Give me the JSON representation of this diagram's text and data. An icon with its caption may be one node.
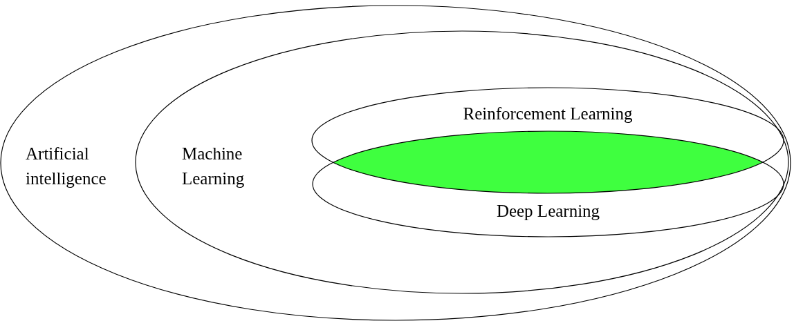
{
  "diagram": {
    "nodes": [
      {
        "text": [
          "Artificial intelligence"
        ]
      },
      {
        "text": [
          "Machine Learning"
        ],
        "in": 0
      },
      {
        "text": [
          "Reinforcement Learning"
        ],
        "in": 1
      },
      {
        "text": [
          "Deep Learning"
        ],
        "in": 1
      },
      {
        "text": [],
        "shape": "lens",
        "in": 1
      }
    ]
  }
}
